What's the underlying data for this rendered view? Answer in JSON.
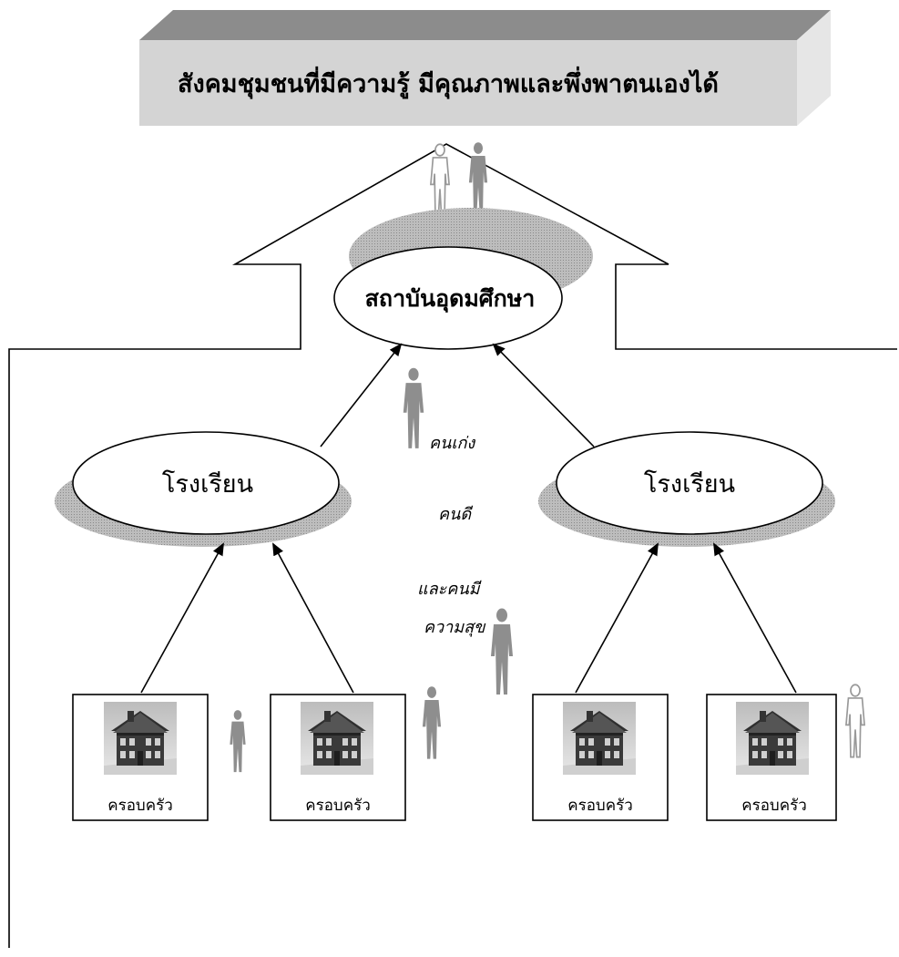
{
  "banner": {
    "text": "สังคมชุมชนที่มีความรู้ มีคุณภาพและพึ่งพาตนเองได้"
  },
  "university": {
    "label": "สถาบันอุดมศึกษา"
  },
  "schools": [
    {
      "label": "โรงเรียน"
    },
    {
      "label": "โรงเรียน"
    }
  ],
  "families": [
    {
      "label": "ครอบครัว"
    },
    {
      "label": "ครอบครัว"
    },
    {
      "label": "ครอบครัว"
    },
    {
      "label": "ครอบครัว"
    }
  ],
  "qualities": {
    "line1": "คนเก่ง",
    "line2": "คนดี",
    "line3": "และคนมี",
    "line4": "ความสุข"
  },
  "colors": {
    "banner_front": "#d4d4d4",
    "banner_top": "#8c8c8c",
    "banner_side": "#e6e6e6",
    "shadow": "#b0b0b0",
    "silhouette": "#8e8e8e"
  },
  "icons": {
    "people": "person-silhouette-icon",
    "house": "house-icon"
  }
}
